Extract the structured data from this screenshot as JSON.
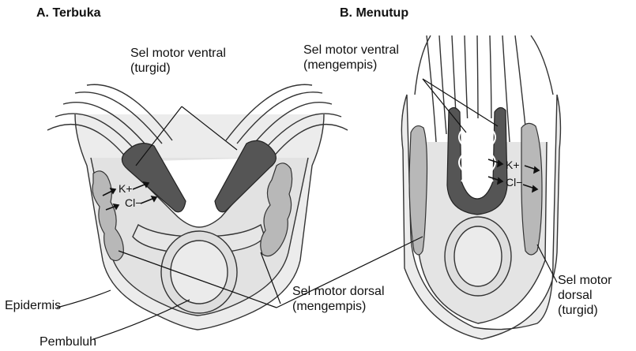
{
  "panel_a": {
    "title": "A. Terbuka",
    "ventral_label": "Sel motor ventral\n(turgid)",
    "dorsal_label": "Sel motor dorsal\n(mengempis)",
    "epidermis_label": "Epidermis",
    "vessel_label": "Pembuluh",
    "ion_k": "K+",
    "ion_cl": "Cl−"
  },
  "panel_b": {
    "title": "B. Menutup",
    "ventral_label": "Sel motor ventral\n(mengempis)",
    "dorsal_label": "Sel motor\ndorsal\n(turgid)",
    "ion_k": "K+",
    "ion_cl": "Cl−"
  },
  "colors": {
    "outline": "#333333",
    "tissue_fill": "#e8e8e8",
    "inner_fill": "#d9d9d9",
    "ventral_dark": "#555555",
    "dorsal_light": "#b8b8b8"
  }
}
